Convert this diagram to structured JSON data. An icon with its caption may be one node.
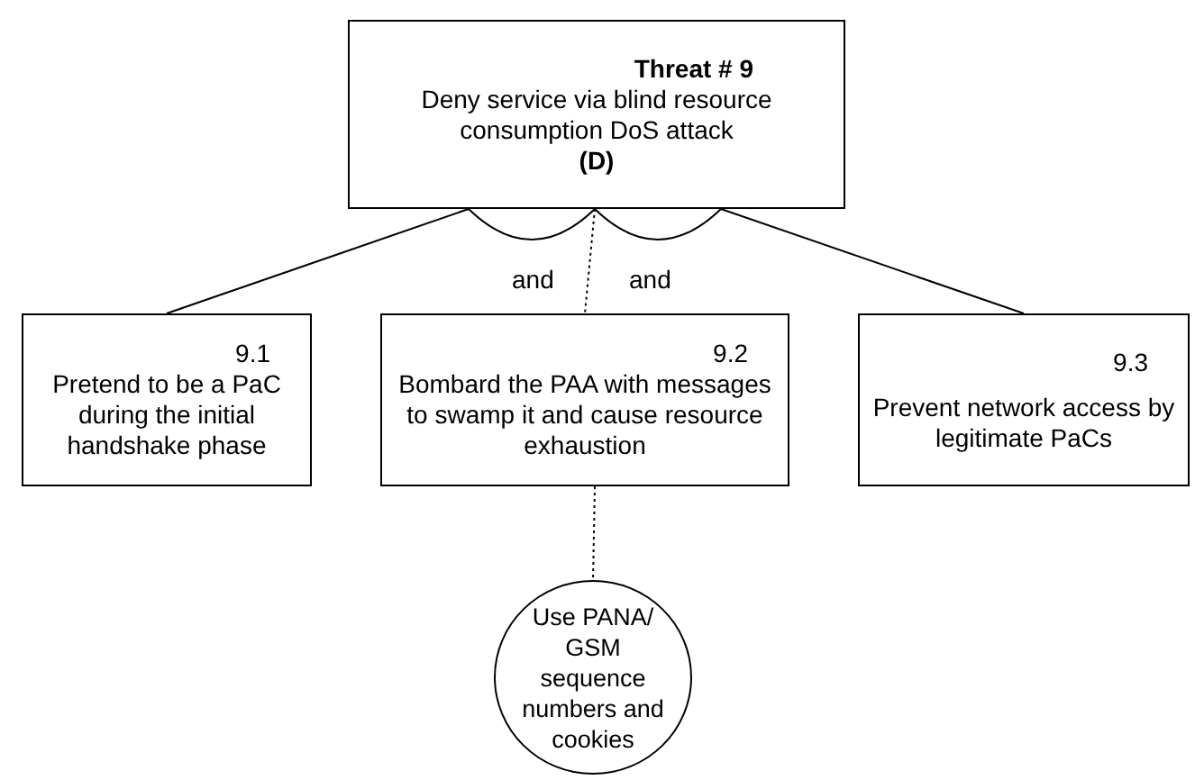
{
  "diagram": {
    "nodes": [
      {
        "text": [
          "Threat # 9",
          "Deny service via blind resource consumption DoS attack",
          "(D)"
        ]
      },
      {
        "text": [
          "9.1",
          "Pretend to be a PaC during the initial handshake phase"
        ]
      },
      {
        "text": [
          "9.2",
          "Bombard the PAA with messages to swamp it and cause  resource exhaustion"
        ]
      },
      {
        "text": [
          "9.3",
          "Prevent network access by legitimate PaCs"
        ]
      },
      {
        "text": [
          "Use PANA/ GSM sequence numbers and cookies"
        ]
      }
    ],
    "edges": [
      {
        "from": 0,
        "to": 1,
        "arrow": "none"
      },
      {
        "from": 0,
        "to": 2,
        "arrow": "none",
        "style": "dashed"
      },
      {
        "from": 0,
        "to": 3,
        "arrow": "none"
      },
      {
        "from": 2,
        "to": 4,
        "arrow": "none",
        "style": "dashed"
      }
    ],
    "labels": [
      "and",
      "and"
    ]
  }
}
